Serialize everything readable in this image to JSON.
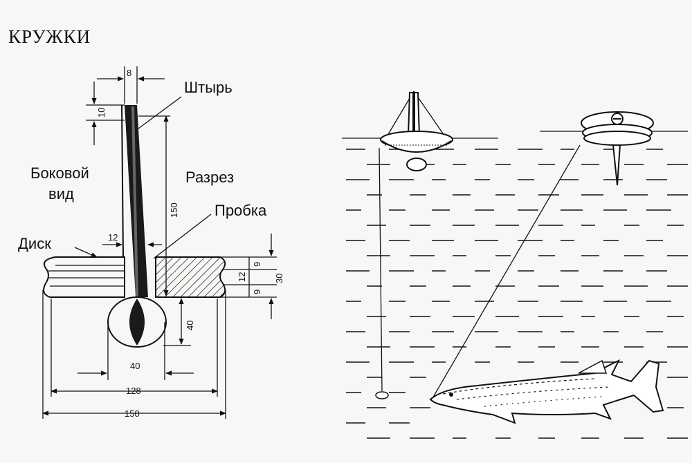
{
  "title": "КРУЖКИ",
  "labels": {
    "pin": "Штырь",
    "side_view": "Боковой\nвид",
    "side_view_line1": "Боковой",
    "side_view_line2": "вид",
    "section": "Разрез",
    "cork": "Пробка",
    "disc": "Диск"
  },
  "dimensions": {
    "pin_width": "8",
    "pin_top": "10",
    "pin_length": "150",
    "pin_offset": "12",
    "disc_top": "9",
    "disc_mid": "12",
    "disc_bottom": "9",
    "disc_thickness": "30",
    "cork_height": "40",
    "cork_width": "40",
    "inner_diameter": "128",
    "outer_diameter": "150"
  },
  "colors": {
    "ink": "#111111",
    "paper": "#f7f7f5"
  }
}
